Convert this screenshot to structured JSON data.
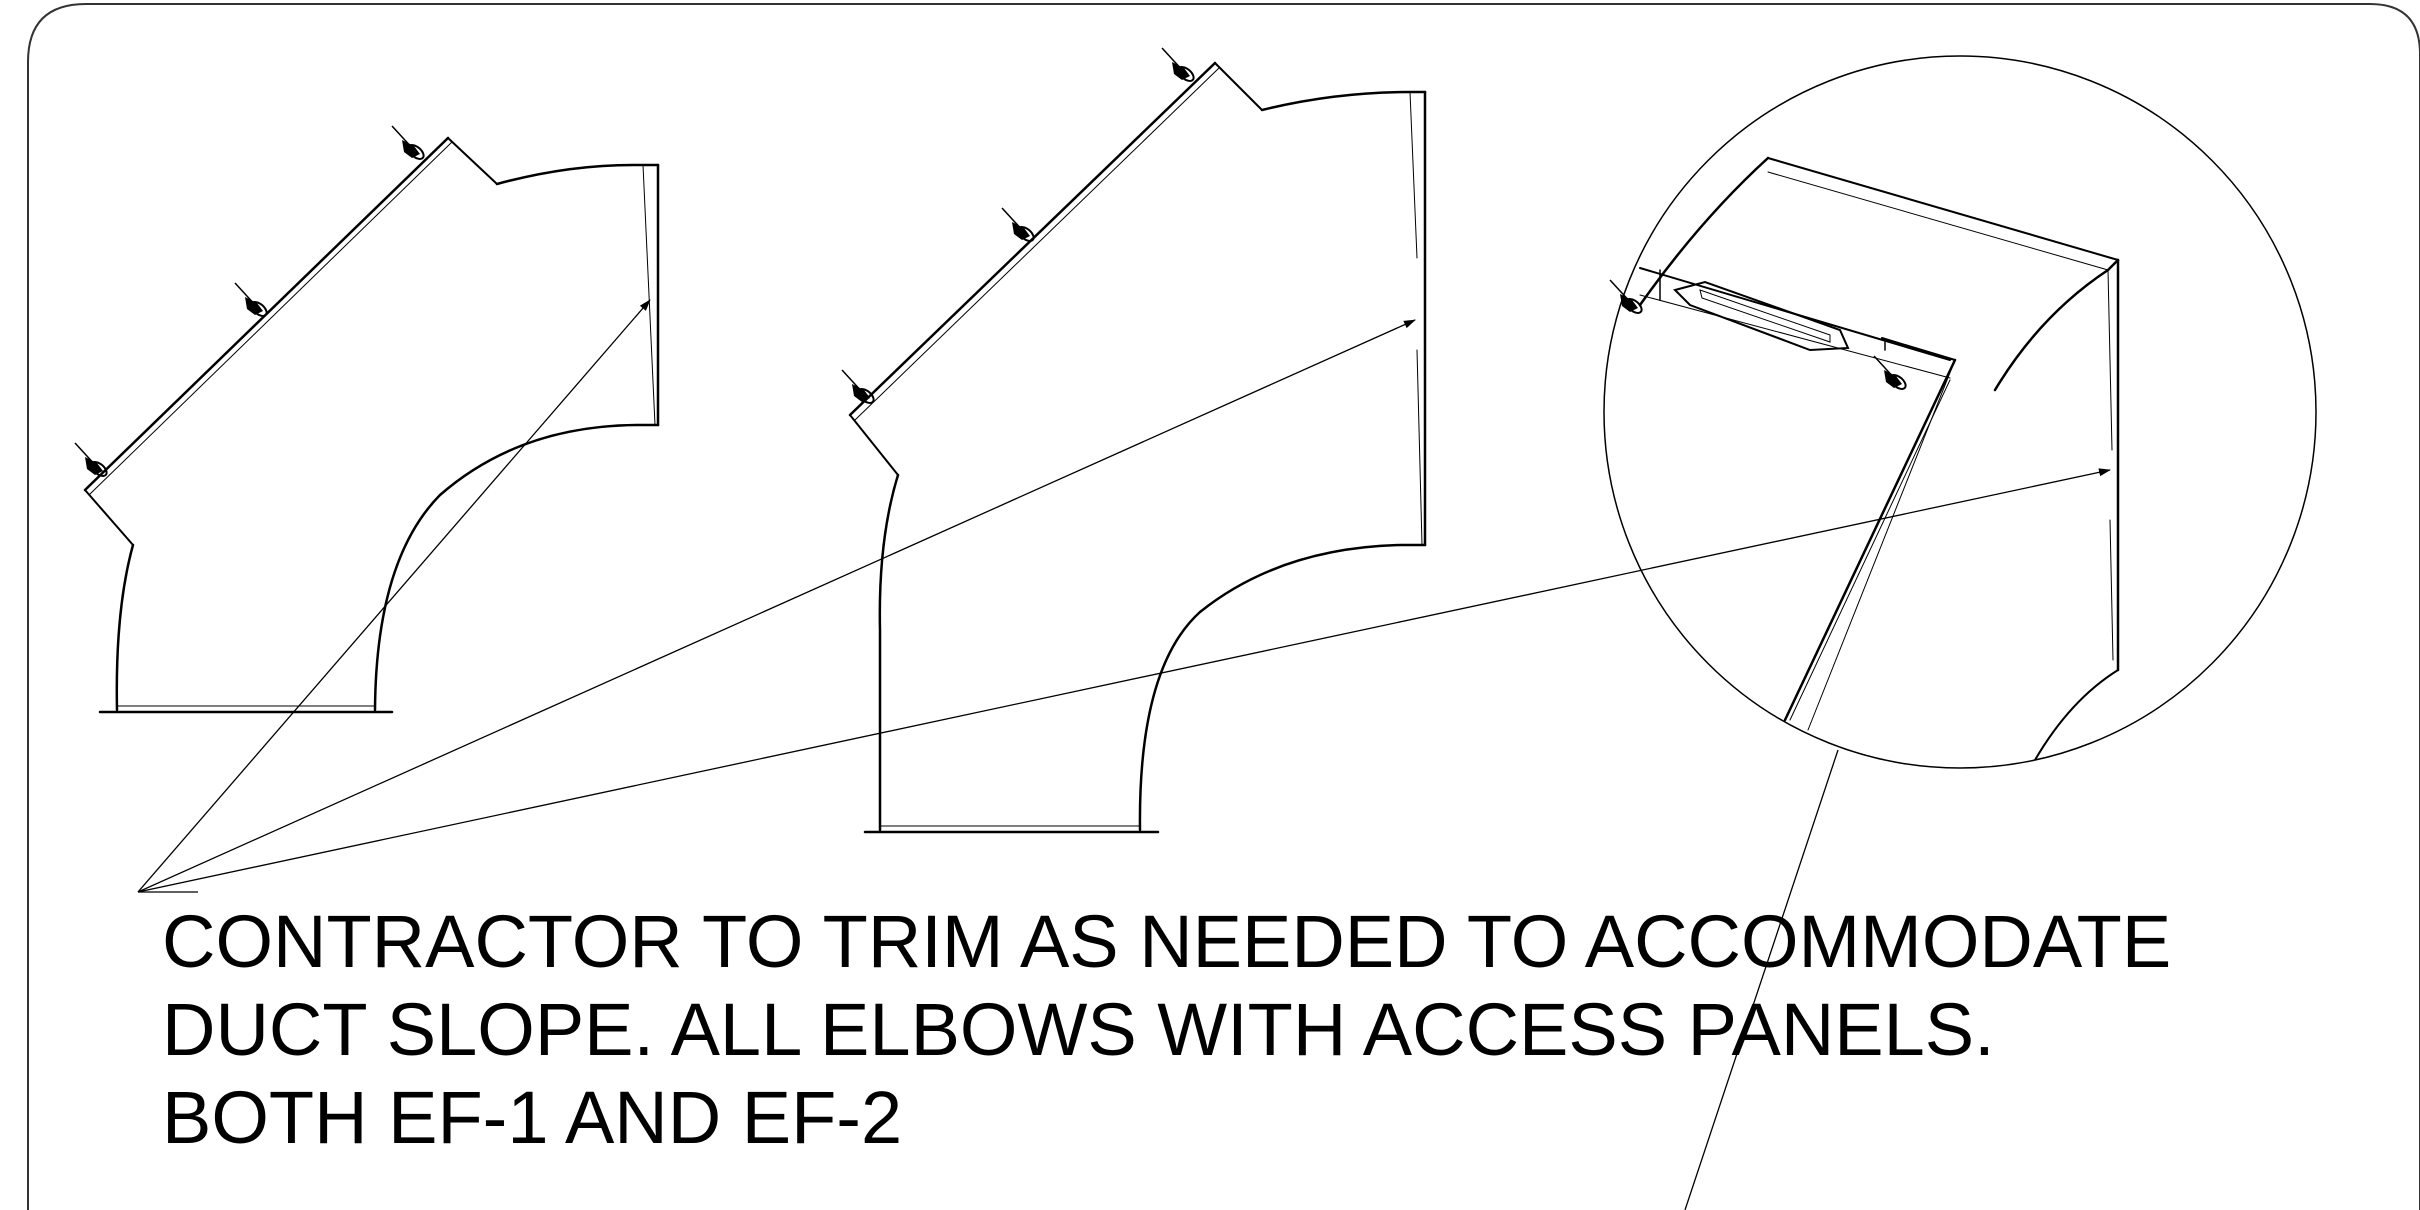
{
  "note": {
    "lines": [
      "CONTRACTOR TO TRIM AS NEEDED TO ACCOMMODATE",
      "DUCT SLOPE. ALL ELBOWS WITH ACCESS PANELS.",
      "BOTH EF-1 AND EF-2"
    ]
  },
  "colors": {
    "ink": "#000000",
    "background": "#ffffff",
    "frame": "#333333"
  },
  "icons": [
    "wing-nut-icon",
    "arrowhead-icon",
    "detail-callout-circle"
  ]
}
